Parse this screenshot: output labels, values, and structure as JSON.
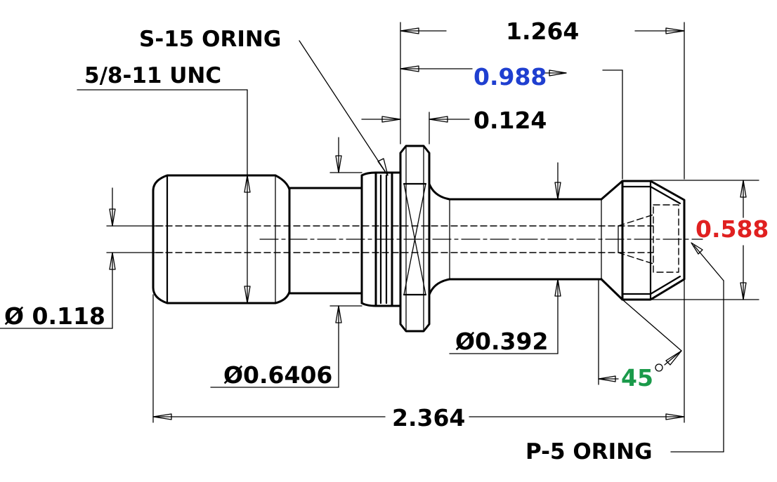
{
  "labels": {
    "s15_oring": "S-15 ORING",
    "thread": "5/8-11 UNC",
    "p5_oring": "P-5 ORING"
  },
  "dimensions": {
    "overall_length": "2.364",
    "length_1264": "1.264",
    "length_0988": "0.988",
    "length_0124": "0.124",
    "dia_0118": "Ø 0.118",
    "dia_06406": "Ø0.6406",
    "dia_0392": "Ø0.392",
    "dia_0588": "0.588",
    "angle_45": "45"
  },
  "colors": {
    "blue_dim": "#1f3fd0",
    "red_dim": "#e02020",
    "green_dim": "#1a9a4a",
    "line": "#000000"
  }
}
